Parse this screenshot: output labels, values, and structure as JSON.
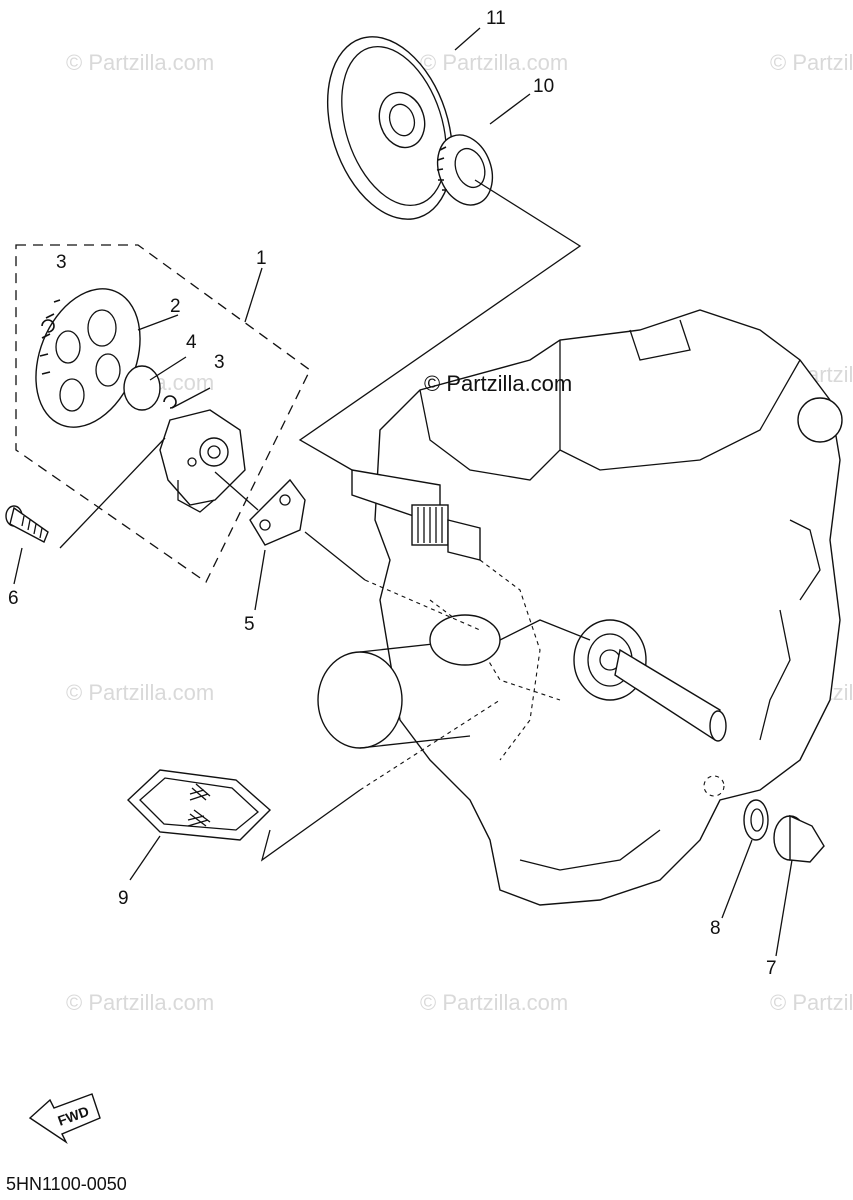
{
  "watermark": "© Partzilla.com",
  "diagram_code": "5HN1100-0050",
  "fwd_label": "FWD",
  "callouts": {
    "c1": "1",
    "c2": "2",
    "c3a": "3",
    "c3b": "3",
    "c4": "4",
    "c5": "5",
    "c6": "6",
    "c7": "7",
    "c8": "8",
    "c9": "9",
    "c10": "10",
    "c11": "11"
  }
}
